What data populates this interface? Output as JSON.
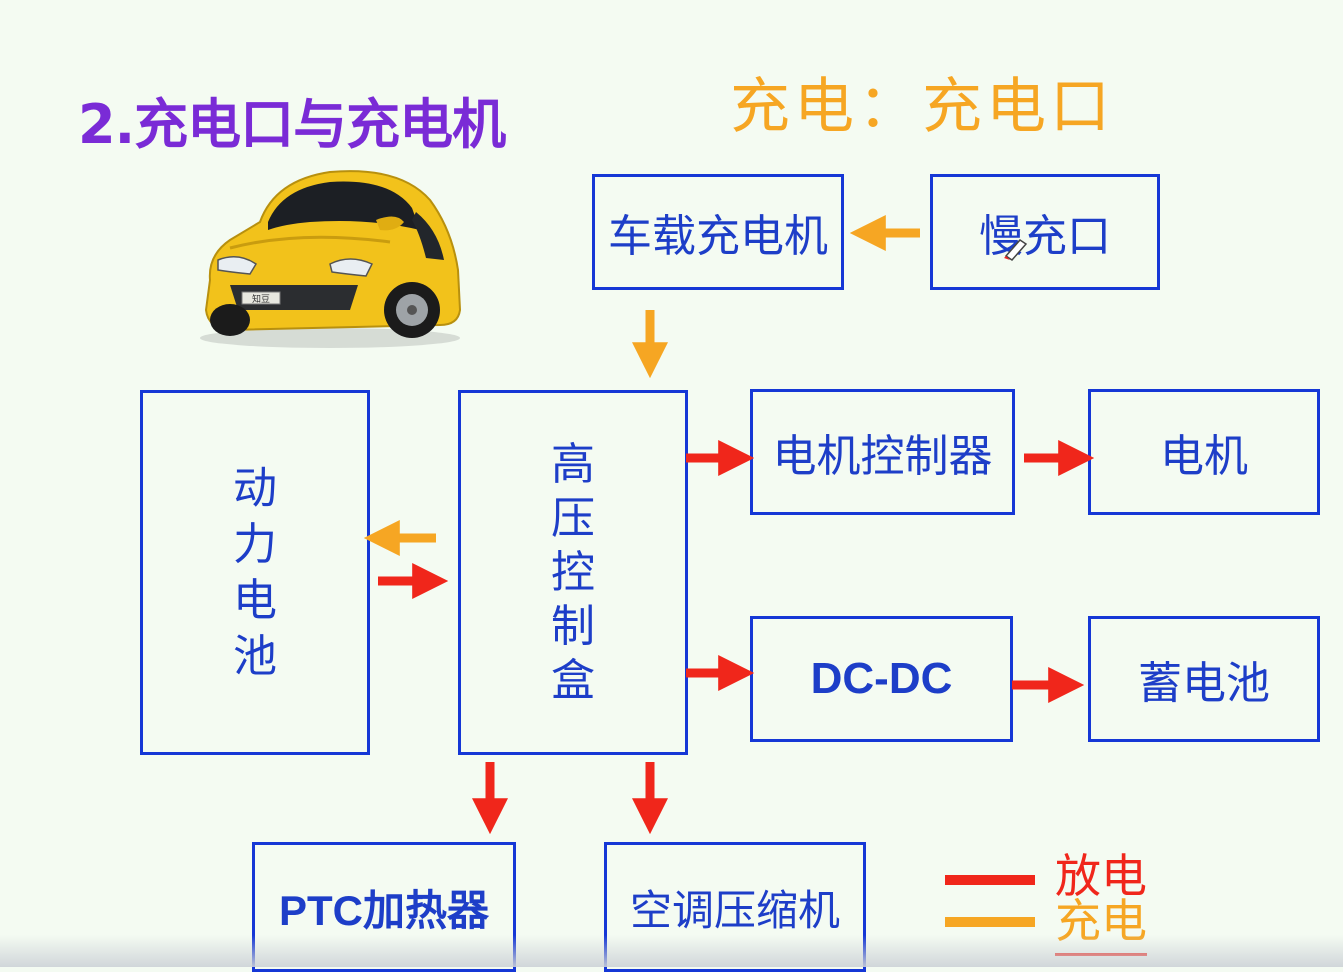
{
  "title": "2.充电口与充电机",
  "subtitle": "充电：充电口",
  "colors": {
    "box_border": "#1537d6",
    "box_text": "#1d3ec8",
    "discharge": "#f0261b",
    "charge": "#f6a623",
    "title": "#7a2bd6"
  },
  "boxes": {
    "onboard_charger": "车载充电机",
    "slow_port": "慢充口",
    "power_battery": [
      "动",
      "力",
      "电",
      "池"
    ],
    "hv_box": [
      "高",
      "压",
      "控",
      "制",
      "盒"
    ],
    "motor_controller": "电机控制器",
    "motor": "电机",
    "dcdc": "DC-DC",
    "aux_battery": "蓄电池",
    "ptc": "PTC加热器",
    "ac_compressor": "空调压缩机"
  },
  "legend": {
    "discharge": "放电",
    "charge": "充电"
  },
  "car_image": {
    "icon": "yellow-car-image",
    "plate": "知豆"
  }
}
